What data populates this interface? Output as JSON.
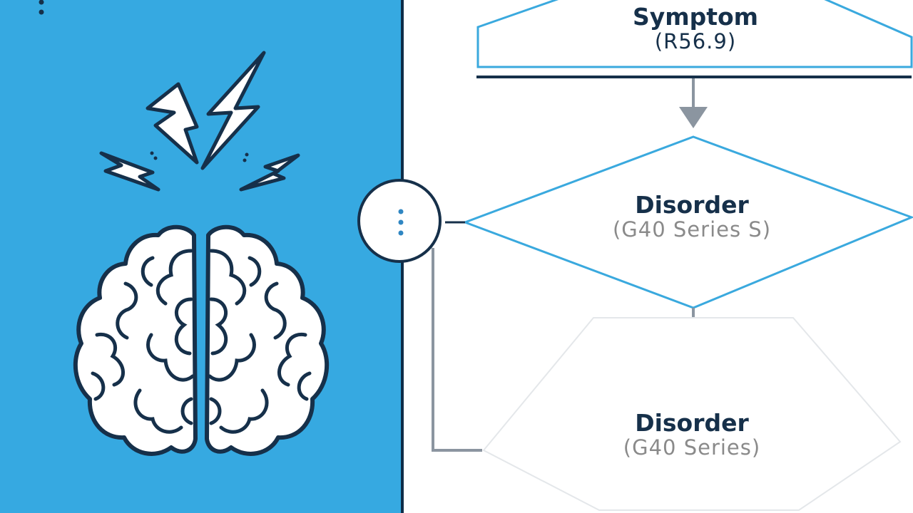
{
  "nodes": {
    "symptom": {
      "title": "Symptom",
      "code": "(R56.9)"
    },
    "disorder_decision": {
      "title": "Disorder",
      "code": "(G40 Series S)"
    },
    "disorder_bottom": {
      "title": "Disorder",
      "code": "(G40 Series)"
    }
  },
  "icons": [
    "brain-icon",
    "lightning-bolt-icon",
    "vertical-dots-icon",
    "menu-dots-button"
  ],
  "colors": {
    "panel_blue": "#36a9e1",
    "navy": "#16304a",
    "flow_blue": "#3aa9de",
    "arrow_gray": "#8b95a0"
  }
}
